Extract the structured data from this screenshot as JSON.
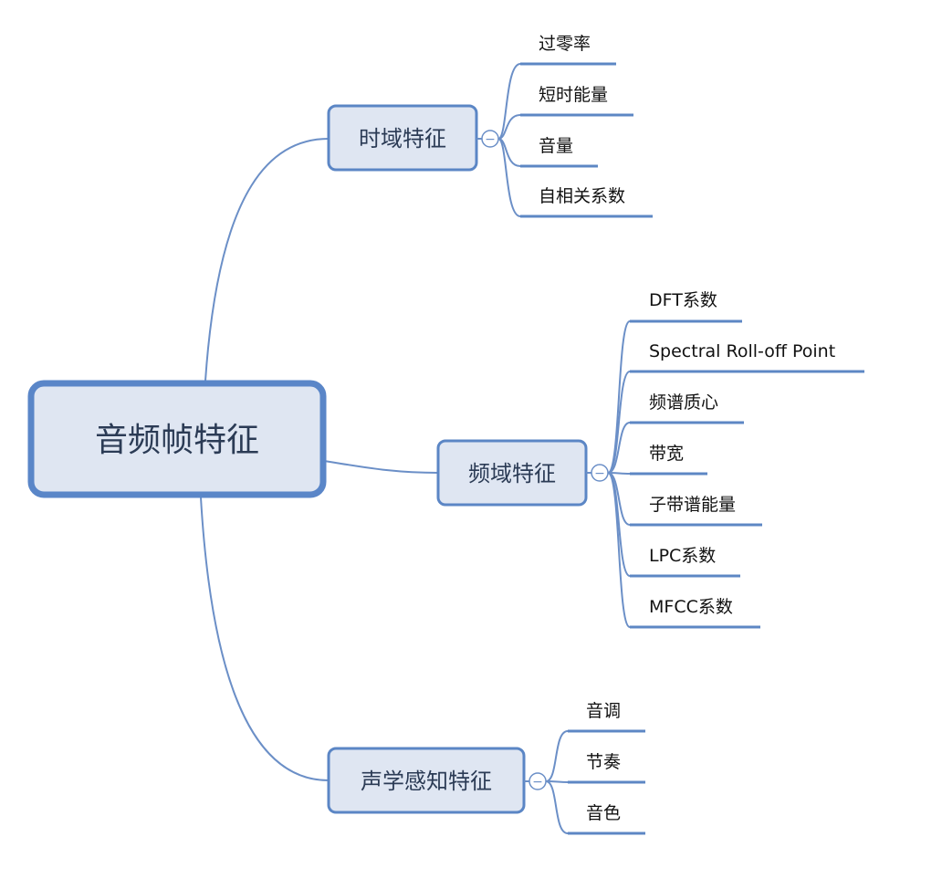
{
  "mindmap": {
    "root": {
      "label": "音频帧特征"
    },
    "branches": [
      {
        "label": "时域特征",
        "children": [
          "过零率",
          "短时能量",
          "音量",
          "自相关系数"
        ]
      },
      {
        "label": "频域特征",
        "children": [
          "DFT系数",
          "Spectral Roll-off Point",
          "频谱质心",
          "带宽",
          "子带谱能量",
          "LPC系数",
          "MFCC系数"
        ]
      },
      {
        "label": "声学感知特征",
        "children": [
          "音调",
          "节奏",
          "音色"
        ]
      }
    ],
    "colors": {
      "line": "#6b8fc7",
      "node_fill": "#dfe6f2",
      "node_border": "#5b86c5",
      "root_border": "#5a86c8",
      "underline": "#5d87c4"
    },
    "collapse_symbol": "−"
  }
}
